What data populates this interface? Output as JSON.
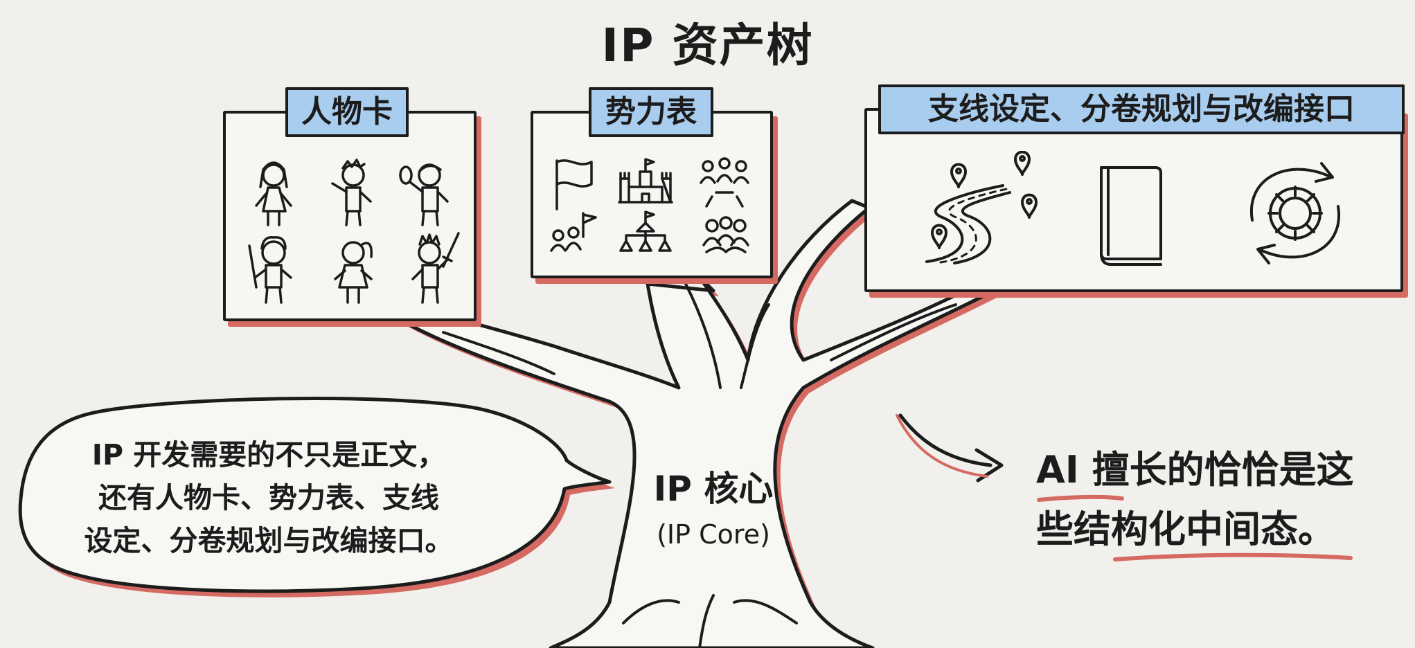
{
  "title": "IP 资产树",
  "panels": {
    "characters": {
      "label": "人物卡",
      "icons": [
        "girl-icon",
        "boy-icon",
        "kid-with-fan-icon",
        "boy-with-sword-icon",
        "ponytail-girl-icon",
        "prince-with-sword-icon"
      ]
    },
    "factions": {
      "label": "势力表",
      "icons": [
        "flag-icon",
        "castle-icon",
        "group-meeting-icon",
        "people-with-flag-icon",
        "hierarchy-icon",
        "people-group-icon"
      ]
    },
    "subplots": {
      "label": "支线设定、分卷规划与改编接口",
      "icons": [
        "road-map-icon",
        "book-icon",
        "gear-cycle-icon"
      ]
    }
  },
  "core": {
    "label": "IP 核心",
    "sub": "(IP Core)"
  },
  "bubble": {
    "lines": [
      "IP 开发需要的不只是正文，",
      "还有人物卡、势力表、支线",
      "设定、分卷规划与改编接口。"
    ]
  },
  "callout": {
    "lines": [
      "AI 擅长的恰恰是这",
      "些结构化中间态。"
    ]
  },
  "colors": {
    "accent_red": "#d56a62",
    "tag_blue": "#a9cdee",
    "ink": "#1c1c1c",
    "paper": "#f1f0ec"
  }
}
